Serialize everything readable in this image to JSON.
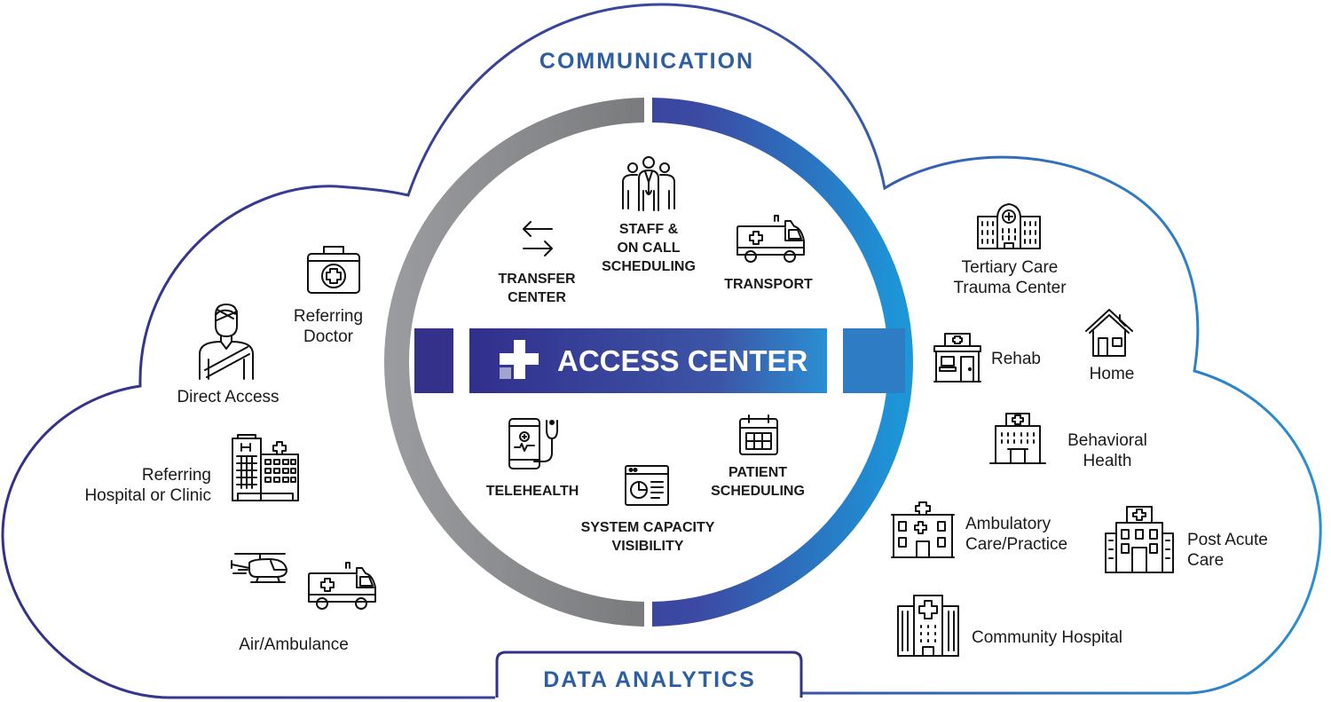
{
  "outer_top_label": "COMMUNICATION",
  "outer_bottom_label": "DATA  ANALYTICS",
  "hub": {
    "title": "ACCESS CENTER"
  },
  "services": {
    "transfer_center": [
      "TRANSFER",
      "CENTER"
    ],
    "staff_scheduling": [
      "STAFF &",
      "ON CALL",
      "SCHEDULING"
    ],
    "transport": [
      "TRANSPORT"
    ],
    "telehealth": [
      "TELEHEALTH"
    ],
    "system_capacity": [
      "SYSTEM CAPACITY",
      "VISIBILITY"
    ],
    "patient_scheduling": [
      "PATIENT",
      "SCHEDULING"
    ]
  },
  "left_sources": {
    "referring_doctor": [
      "Referring",
      "Doctor"
    ],
    "direct_access": [
      "Direct Access"
    ],
    "referring_hospital": [
      "Referring",
      "Hospital or Clinic"
    ],
    "air_ambulance": [
      "Air/Ambulance"
    ]
  },
  "right_destinations": {
    "tertiary_care": [
      "Tertiary Care",
      "Trauma Center"
    ],
    "rehab": [
      "Rehab"
    ],
    "home": [
      "Home"
    ],
    "behavioral_health": [
      "Behavioral",
      "Health"
    ],
    "ambulatory_care": [
      "Ambulatory",
      "Care/Practice"
    ],
    "post_acute_care": [
      "Post Acute",
      "Care"
    ],
    "community_hospital": [
      "Community Hospital"
    ]
  },
  "colors": {
    "navy": "#33318a",
    "blue": "#2e5ea2",
    "cyan": "#2296d6",
    "gray_dark": "#58595b",
    "gray_light": "#9a9b9e"
  }
}
